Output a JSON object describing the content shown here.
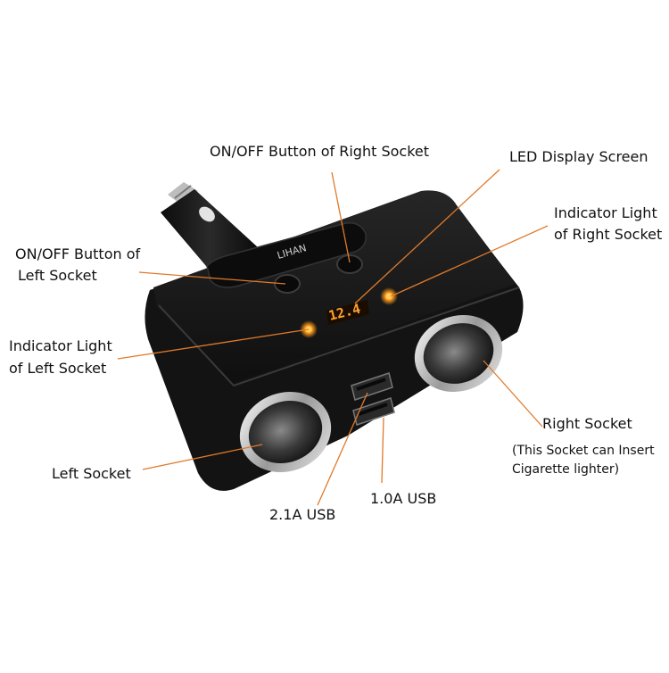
{
  "device": {
    "brand": "LIHAN",
    "display_reading": "12.4",
    "colors": {
      "body": "#151515",
      "indicator": "#ff9a1a",
      "callout_line": "#e07a2a",
      "socket_ring": "#d8d8d8"
    }
  },
  "callouts": {
    "right_button": "ON/OFF Button of Right Socket",
    "led_display": "LED Display Screen",
    "right_indicator_1": "Indicator Light",
    "right_indicator_2": "of Right Socket",
    "left_button_1": "ON/OFF Button of",
    "left_button_2": "Left Socket",
    "left_indicator_1": "Indicator Light",
    "left_indicator_2": "of Left Socket",
    "right_socket": "Right Socket",
    "right_socket_note_1": "(This Socket can Insert",
    "right_socket_note_2": "Cigarette lighter)",
    "left_socket": "Left Socket",
    "usb_2a": "2.1A USB",
    "usb_1a": "1.0A USB"
  }
}
